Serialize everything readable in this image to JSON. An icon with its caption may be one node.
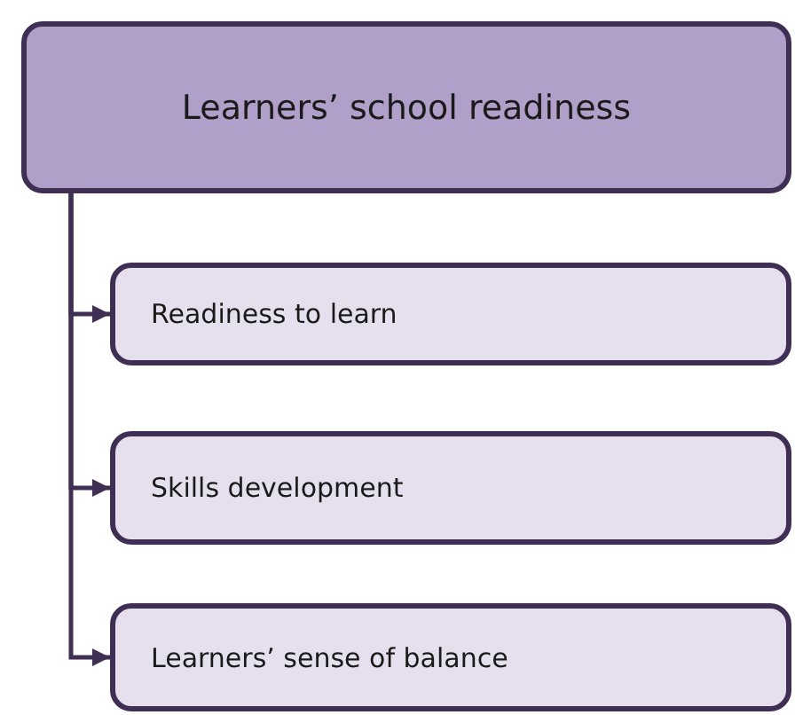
{
  "diagram": {
    "nodes": [
      {
        "text": [
          "Learners’ school readiness"
        ]
      },
      {
        "text": [
          "Readiness to learn"
        ]
      },
      {
        "text": [
          "Skills development"
        ]
      },
      {
        "text": [
          "Learners’ sense of balance"
        ]
      }
    ],
    "edges": [
      {
        "from": 0,
        "to": 1,
        "arrow": "to"
      },
      {
        "from": 0,
        "to": 2,
        "arrow": "to"
      },
      {
        "from": 0,
        "to": 3,
        "arrow": "to"
      }
    ]
  }
}
